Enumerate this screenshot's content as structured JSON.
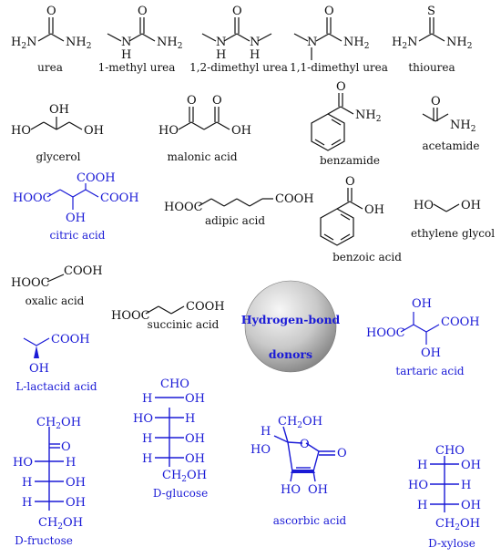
{
  "colors": {
    "black": "#111111",
    "blue": "#1a1ad6",
    "sphere_light": "#f4f4f4",
    "sphere_dark": "#8c8c8c"
  },
  "center": {
    "line1": "Hydrogen-bond",
    "line2": "donors"
  },
  "molecules": {
    "urea": {
      "name": "urea",
      "atoms": {
        "o": "O",
        "nl": "H",
        "nl_sub": "2",
        "nl_n": "N",
        "nr": "NH",
        "nr_sub": "2"
      }
    },
    "methylurea": {
      "name": "1-methyl urea",
      "atoms": {
        "o": "O",
        "nh": "N",
        "h": "H",
        "nr": "NH",
        "nr_sub": "2"
      }
    },
    "dimethylurea12": {
      "name": "1,2-dimethyl urea",
      "atoms": {
        "o": "O",
        "n1": "N",
        "h1": "H",
        "n2": "N",
        "h2": "H"
      }
    },
    "dimethylurea11": {
      "name": "1,1-dimethyl urea",
      "atoms": {
        "o": "O",
        "n": "N",
        "nr": "NH",
        "nr_sub": "2"
      }
    },
    "thiourea": {
      "name": "thiourea",
      "atoms": {
        "s": "S",
        "nl_h": "H",
        "nl_sub": "2",
        "nl_n": "N",
        "nr": "NH",
        "nr_sub": "2"
      }
    },
    "glycerol": {
      "name": "glycerol",
      "atoms": {
        "ho": "HO",
        "oh_top": "OH",
        "oh_right": "OH"
      }
    },
    "malonic": {
      "name": "malonic acid",
      "atoms": {
        "ho": "HO",
        "oh": "OH",
        "o1": "O",
        "o2": "O"
      }
    },
    "benzamide": {
      "name": "benzamide",
      "atoms": {
        "o": "O",
        "nh": "NH",
        "nh_sub": "2"
      }
    },
    "acetamide": {
      "name": "acetamide",
      "atoms": {
        "o": "O",
        "nh": "NH",
        "nh_sub": "2"
      }
    },
    "citric": {
      "name": "citric acid",
      "atoms": {
        "cooh_top": "COOH",
        "hooc": "HOOC",
        "cooh_right": "COOH",
        "oh": "OH"
      }
    },
    "adipic": {
      "name": "adipic acid",
      "atoms": {
        "hooc": "HOOC",
        "cooh": "COOH"
      }
    },
    "benzoic": {
      "name": "benzoic acid",
      "atoms": {
        "o": "O",
        "oh": "OH"
      }
    },
    "ethyleneglycol": {
      "name": "ethylene glycol",
      "atoms": {
        "ho": "HO",
        "oh": "OH"
      }
    },
    "oxalic": {
      "name": "oxalic acid",
      "atoms": {
        "hooc": "HOOC",
        "cooh": "COOH"
      }
    },
    "succinic": {
      "name": "succinic acid",
      "atoms": {
        "hooc": "HOOC",
        "cooh": "COOH"
      }
    },
    "tartaric": {
      "name": "tartaric acid",
      "atoms": {
        "oh_top": "OH",
        "hooc": "HOOC",
        "cooh": "COOH",
        "oh_bottom": "OH"
      }
    },
    "lactic": {
      "name": "L-lactacid acid",
      "atoms": {
        "cooh": "COOH",
        "oh": "OH"
      }
    },
    "glucose": {
      "name": "D-glucose",
      "top": "CHO",
      "rows": [
        {
          "left": "H",
          "right": "OH"
        },
        {
          "left": "HO",
          "right": "H"
        },
        {
          "left": "H",
          "right": "OH"
        },
        {
          "left": "H",
          "right": "OH"
        }
      ],
      "bottom": "CH",
      "bottom_sub": "2",
      "bottom_tail": "OH"
    },
    "fructose": {
      "name": "D-fructose",
      "top": "CH",
      "top_sub": "2",
      "top_tail": "OH",
      "carbonyl": "O",
      "rows": [
        {
          "left": "HO",
          "right": "H"
        },
        {
          "left": "H",
          "right": "OH"
        },
        {
          "left": "H",
          "right": "OH"
        }
      ],
      "bottom": "CH",
      "bottom_sub": "2",
      "bottom_tail": "OH"
    },
    "xylose": {
      "name": "D-xylose",
      "top": "CHO",
      "rows": [
        {
          "left": "H",
          "right": "OH"
        },
        {
          "left": "HO",
          "right": "H"
        },
        {
          "left": "H",
          "right": "OH"
        }
      ],
      "bottom": "CH",
      "bottom_sub": "2",
      "bottom_tail": "OH"
    },
    "ascorbic": {
      "name": "ascorbic acid",
      "atoms": {
        "ch2oh": "CH",
        "ch2oh_sub": "2",
        "ch2oh_tail": "OH",
        "h": "H",
        "ho": "HO",
        "ring_o": "O",
        "o": "O",
        "ho_bottom": "HO",
        "oh_bottom": "OH"
      }
    }
  }
}
